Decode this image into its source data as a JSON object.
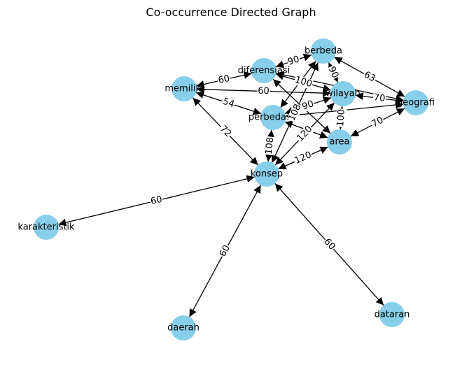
{
  "title": "Co-occurrence Directed Graph",
  "colors": {
    "node": "#87CEEB",
    "edge": "#000000",
    "background": "#ffffff"
  },
  "nodes": [
    {
      "id": "berbeda"
    },
    {
      "id": "diferensiasi"
    },
    {
      "id": "memiliki"
    },
    {
      "id": "wilayah"
    },
    {
      "id": "geografi"
    },
    {
      "id": "perbedaan"
    },
    {
      "id": "area"
    },
    {
      "id": "konsep"
    },
    {
      "id": "karakteristik"
    },
    {
      "id": "daerah"
    },
    {
      "id": "dataran"
    }
  ],
  "edges": [
    {
      "source": "konsep",
      "target": "karakteristik",
      "weight": "60",
      "bidirectional": true
    },
    {
      "source": "konsep",
      "target": "daerah",
      "weight": "60",
      "bidirectional": true
    },
    {
      "source": "konsep",
      "target": "dataran",
      "weight": "60",
      "bidirectional": true
    },
    {
      "source": "konsep",
      "target": "memiliki",
      "weight": "72",
      "bidirectional": true
    },
    {
      "source": "konsep",
      "target": "area",
      "weight": "120",
      "bidirectional": true
    },
    {
      "source": "konsep",
      "target": "perbedaan",
      "weight": "108",
      "bidirectional": true
    },
    {
      "source": "konsep",
      "target": "wilayah",
      "weight": "120",
      "bidirectional": true
    },
    {
      "source": "konsep",
      "target": "berbeda",
      "weight": "108",
      "bidirectional": true
    },
    {
      "source": "memiliki",
      "target": "diferensiasi",
      "weight": "60",
      "bidirectional": true
    },
    {
      "source": "memiliki",
      "target": "wilayah",
      "weight": "60",
      "bidirectional": true
    },
    {
      "source": "memiliki",
      "target": "perbedaan",
      "weight": "54",
      "bidirectional": true
    },
    {
      "source": "diferensiasi",
      "target": "berbeda",
      "weight": "90",
      "bidirectional": true
    },
    {
      "source": "diferensiasi",
      "target": "wilayah",
      "weight": "100",
      "bidirectional": true
    },
    {
      "source": "diferensiasi",
      "target": "geografi",
      "weight": "",
      "bidirectional": true
    },
    {
      "source": "diferensiasi",
      "target": "area",
      "weight": "",
      "bidirectional": true
    },
    {
      "source": "berbeda",
      "target": "geografi",
      "weight": "63",
      "bidirectional": true
    },
    {
      "source": "berbeda",
      "target": "wilayah",
      "weight": "90",
      "bidirectional": true
    },
    {
      "source": "berbeda",
      "target": "perbedaan",
      "weight": "",
      "bidirectional": true
    },
    {
      "source": "wilayah",
      "target": "geografi",
      "weight": "70",
      "bidirectional": true
    },
    {
      "source": "wilayah",
      "target": "perbedaan",
      "weight": "90",
      "bidirectional": true
    },
    {
      "source": "wilayah",
      "target": "area",
      "weight": "100",
      "bidirectional": true
    },
    {
      "source": "geografi",
      "target": "area",
      "weight": "70",
      "bidirectional": true
    },
    {
      "source": "geografi",
      "target": "perbedaan",
      "weight": "",
      "bidirectional": true
    },
    {
      "source": "perbedaan",
      "target": "area",
      "weight": "",
      "bidirectional": true
    }
  ]
}
